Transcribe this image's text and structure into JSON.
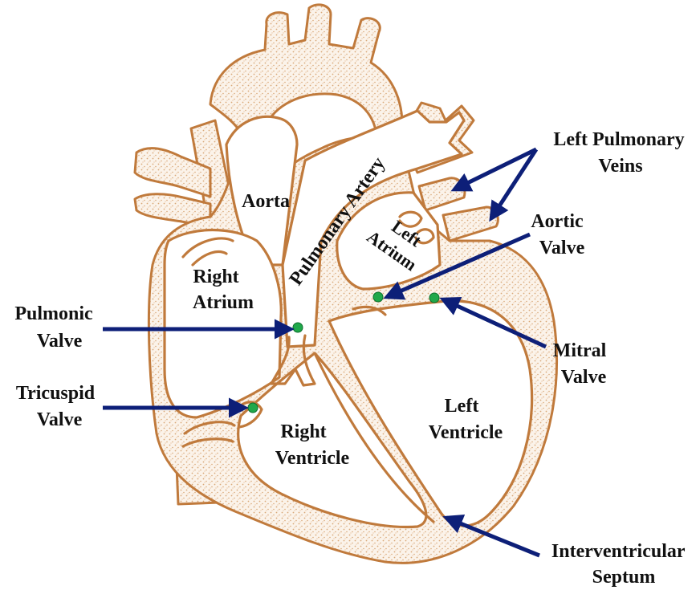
{
  "colors": {
    "outline": "#c07a3c",
    "stipple": "#d9a878",
    "arrow": "#0d1f78",
    "valve_marker": "#1fa84a",
    "label_text": "#111111",
    "background": "#ffffff"
  },
  "labels": {
    "aorta": "Aorta",
    "pulmonary_artery": "Pulmonary Artery",
    "right_atrium": [
      "Right",
      "Atrium"
    ],
    "left_atrium": [
      "Left",
      "Atrium"
    ],
    "right_ventricle": [
      "Right",
      "Ventricle"
    ],
    "left_ventricle": [
      "Left",
      "Ventricle"
    ],
    "left_pulmonary_veins": [
      "Left Pulmonary",
      "Veins"
    ],
    "aortic_valve": [
      "Aortic",
      "Valve"
    ],
    "mitral_valve": [
      "Mitral",
      "Valve"
    ],
    "pulmonic_valve": [
      "Pulmonic",
      "Valve"
    ],
    "tricuspid_valve": [
      "Tricuspid",
      "Valve"
    ],
    "interventricular_septum": [
      "Interventricular",
      "Septum"
    ]
  },
  "arrow_icon": "arrow-icon",
  "valve_marker_icon": "valve-dot-icon"
}
